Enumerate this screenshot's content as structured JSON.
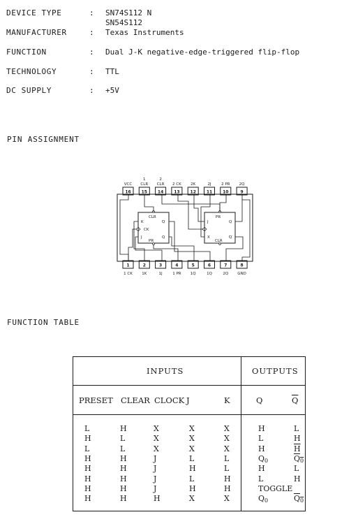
{
  "header": {
    "device_type_label": "DEVICE TYPE",
    "device_type_value_1": "SN74S112 N",
    "device_type_value_2": "SN54S112",
    "manufacturer_label": "MANUFACTURER",
    "manufacturer_value": "Texas Instruments",
    "function_label": "FUNCTION",
    "function_value": "Dual J-K negative-edge-triggered flip-flop",
    "technology_label": "TECHNOLOGY",
    "technology_value": "TTL",
    "dc_supply_label": "DC SUPPLY",
    "dc_supply_value": "+5V",
    "colon": ":"
  },
  "pin_assignment": {
    "title": "PIN ASSIGNMENT",
    "top_pins": [
      {
        "num": "16",
        "sup": "",
        "label": "VCC"
      },
      {
        "num": "15",
        "sup": "1",
        "label": "CLR"
      },
      {
        "num": "14",
        "sup": "2",
        "label": "CLR"
      },
      {
        "num": "13",
        "sup": "",
        "label": "2 CK"
      },
      {
        "num": "12",
        "sup": "",
        "label": "2K"
      },
      {
        "num": "11",
        "sup": "",
        "label": "2J"
      },
      {
        "num": "10",
        "sup": "",
        "label": "2 PR"
      },
      {
        "num": "9",
        "sup": "",
        "label": "2Q"
      }
    ],
    "bottom_pins": [
      {
        "num": "1",
        "label": "1 CK"
      },
      {
        "num": "2",
        "label": "1K"
      },
      {
        "num": "3",
        "label": "1J"
      },
      {
        "num": "4",
        "label": "1 PR"
      },
      {
        "num": "5",
        "label": "1Q"
      },
      {
        "num": "6",
        "label": "1Q"
      },
      {
        "num": "7",
        "label": "2Q"
      },
      {
        "num": "8",
        "label": "GND"
      }
    ],
    "ff1": {
      "clr": "CLR",
      "pr": "PR",
      "k": "K",
      "ck": "CK",
      "j": "J",
      "q": "Q",
      "qbar": "Q"
    },
    "ff2": {
      "pr": "PR",
      "clr": "CLR",
      "j": "J",
      "x": "X",
      "q": "Q",
      "qbar": "Q"
    }
  },
  "function_table": {
    "title": "FUNCTION TABLE",
    "inputs_header": "INPUTS",
    "outputs_header": "OUTPUTS",
    "columns": [
      "PRESET",
      "CLEAR",
      "CLOCK",
      "J",
      "K",
      "Q",
      "Q"
    ],
    "rows": [
      [
        "L",
        "H",
        "X",
        "X",
        "X",
        "H",
        "L"
      ],
      [
        "H",
        "L",
        "X",
        "X",
        "X",
        "L",
        "H"
      ],
      [
        "L",
        "L",
        "X",
        "X",
        "X",
        "H",
        "H"
      ],
      [
        "H",
        "H",
        "J",
        "L",
        "L",
        "Q",
        "Q"
      ],
      [
        "H",
        "H",
        "J",
        "H",
        "L",
        "H",
        "L"
      ],
      [
        "H",
        "H",
        "J",
        "L",
        "H",
        "L",
        "H"
      ],
      [
        "H",
        "H",
        "J",
        "H",
        "H",
        "TOGGLE",
        ""
      ],
      [
        "H",
        "H",
        "H",
        "X",
        "X",
        "Q",
        "Q"
      ]
    ],
    "q0_subscript": "0"
  }
}
